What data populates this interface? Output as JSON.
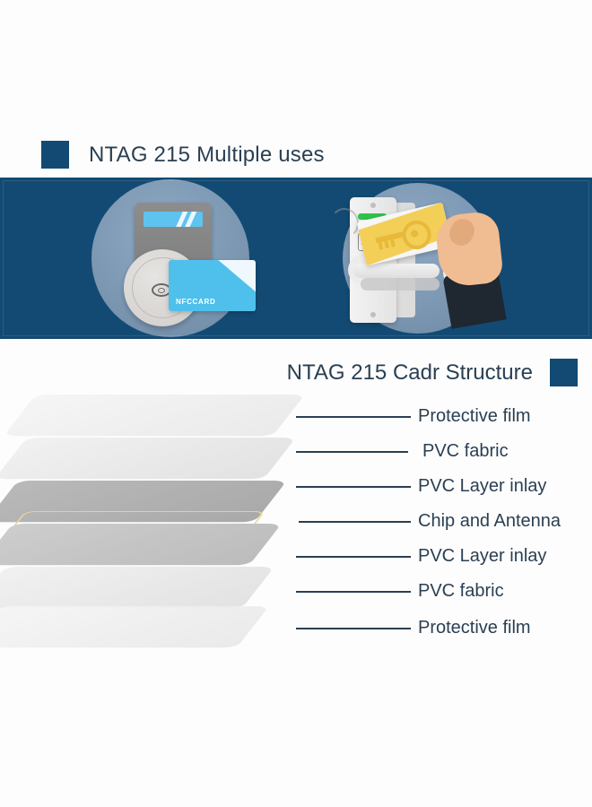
{
  "sections": [
    {
      "id": "multiple-uses",
      "title": "NTAG 215 Multiple uses",
      "accent_color": "#134a73",
      "banner_color": "#134a73",
      "illustrations": [
        {
          "id": "card-reader-terminal",
          "card_label": "NFCCARD",
          "disc_color": "#7d98b3",
          "card_color": "#4fc0ec",
          "terminal_color": "#8d8d8d"
        },
        {
          "id": "door-lock-keycard",
          "disc_color": "#7d98b3",
          "keycard_color": "#f3cf58",
          "led_color": "#2fc24a",
          "hand_color": "#f0bc91"
        }
      ]
    },
    {
      "id": "card-structure",
      "title": "NTAG 215 Cadr Structure",
      "accent_color": "#134a73",
      "layers": [
        {
          "label": "Protective film",
          "fill": "#f3f3f3",
          "kind": "glass"
        },
        {
          "label": "PVC fabric",
          "fill": "#ececec",
          "kind": "light"
        },
        {
          "label": "PVC Layer inlay",
          "fill": "#c4c4c4",
          "kind": "dark"
        },
        {
          "label": "Chip and Antenna",
          "fill": "#e8d79a",
          "kind": "antenna"
        },
        {
          "label": "PVC Layer inlay",
          "fill": "#c9c9c9",
          "kind": "mid"
        },
        {
          "label": "PVC fabric",
          "fill": "#ededed",
          "kind": "light"
        },
        {
          "label": "Protective film",
          "fill": "#f5f5f5",
          "kind": "glass"
        }
      ],
      "label_color": "#2a3f52",
      "leader_color": "#2a3f52"
    }
  ]
}
